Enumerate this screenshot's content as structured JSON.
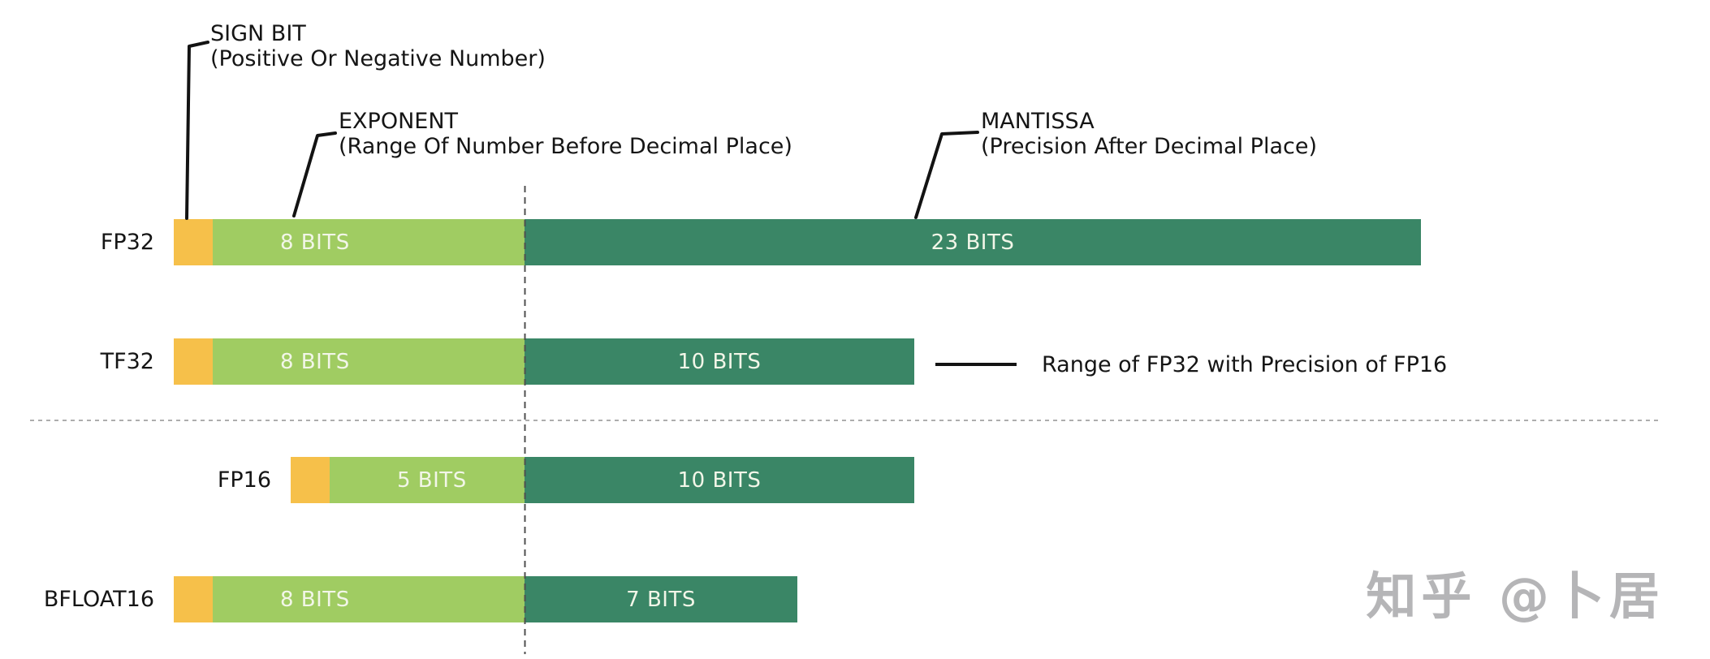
{
  "annotations": {
    "sign_bit": {
      "title": "SIGN BIT",
      "subtitle": "(Positive Or Negative Number)"
    },
    "exponent": {
      "title": "EXPONENT",
      "subtitle": "(Range Of Number Before Decimal Place)"
    },
    "mantissa": {
      "title": "MANTISSA",
      "subtitle": "(Precision After Decimal Place)"
    }
  },
  "rows": [
    {
      "label": "FP32",
      "sign_bits": 1,
      "exponent_bits": 8,
      "mantissa_bits": 23,
      "exponent_label": "8 BITS",
      "mantissa_label": "23 BITS"
    },
    {
      "label": "TF32",
      "sign_bits": 1,
      "exponent_bits": 8,
      "mantissa_bits": 10,
      "exponent_label": "8 BITS",
      "mantissa_label": "10 BITS",
      "note": "Range of FP32 with Precision of FP16"
    },
    {
      "label": "FP16",
      "sign_bits": 1,
      "exponent_bits": 5,
      "mantissa_bits": 10,
      "exponent_label": "5 BITS",
      "mantissa_label": "10 BITS"
    },
    {
      "label": "BFLOAT16",
      "sign_bits": 1,
      "exponent_bits": 8,
      "mantissa_bits": 7,
      "exponent_label": "8 BITS",
      "mantissa_label": "7 BITS"
    }
  ],
  "colors": {
    "sign": "#F6C04A",
    "exponent": "#A0CC62",
    "mantissa": "#3A8666",
    "bar_text": "#F2F6E8",
    "text": "#151515",
    "split_line": "#4F4F4F",
    "divider_line": "#ADADAD",
    "watermark": "#B5B5B7"
  },
  "watermark": "知乎 @卜居"
}
